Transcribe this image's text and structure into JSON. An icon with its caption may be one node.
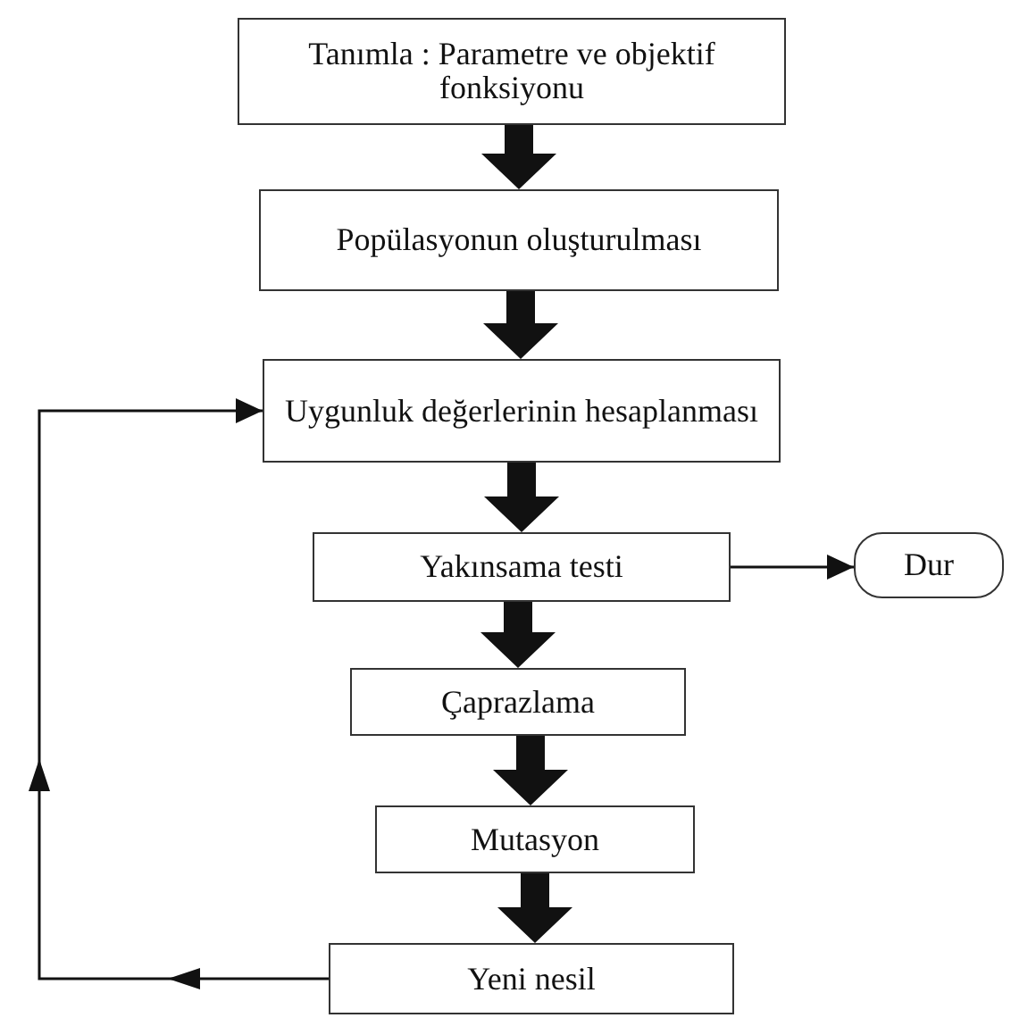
{
  "diagram": {
    "nodes": [
      {
        "text": [
          "Tanımla : Parametre ve objektif fonksiyonu"
        ]
      },
      {
        "text": [
          "Popülasyonun oluşturulması"
        ]
      },
      {
        "text": [
          "Uygunluk değerlerinin hesaplanması"
        ]
      },
      {
        "text": [
          "Yakınsama testi"
        ]
      },
      {
        "text": [
          "Çaprazlama"
        ]
      },
      {
        "text": [
          "Mutasyon"
        ]
      },
      {
        "text": [
          "Yeni nesil"
        ]
      },
      {
        "text": [
          "Dur"
        ]
      }
    ],
    "edges": [
      {
        "from": 0,
        "to": 1,
        "arrow": "to",
        "style": "thick"
      },
      {
        "from": 1,
        "to": 2,
        "arrow": "to",
        "style": "thick"
      },
      {
        "from": 2,
        "to": 3,
        "arrow": "to",
        "style": "thick"
      },
      {
        "from": 3,
        "to": 4,
        "arrow": "to",
        "style": "thick"
      },
      {
        "from": 4,
        "to": 5,
        "arrow": "to",
        "style": "thick"
      },
      {
        "from": 5,
        "to": 6,
        "arrow": "to",
        "style": "thick"
      },
      {
        "from": 3,
        "to": 7,
        "arrow": "to"
      },
      {
        "from": 6,
        "to": 2,
        "arrow": "to"
      }
    ]
  }
}
